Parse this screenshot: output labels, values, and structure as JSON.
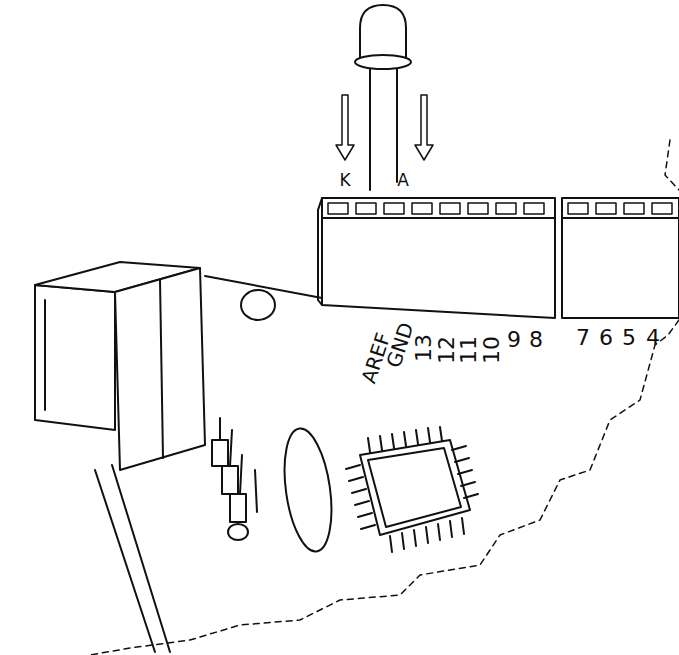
{
  "diagram": {
    "labels": [
      "K",
      "A",
      "AREF",
      "GND",
      "13",
      "12",
      "11",
      "10",
      "9",
      "8",
      "7",
      "6",
      "5",
      "4"
    ]
  }
}
